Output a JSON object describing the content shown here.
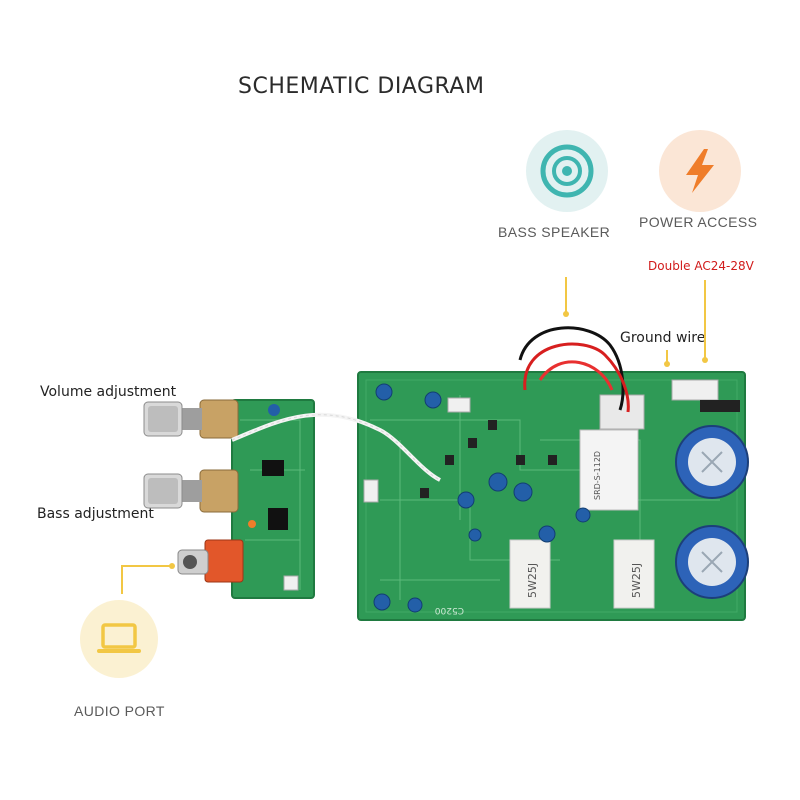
{
  "title": "SCHEMATIC DIAGRAM",
  "callouts": {
    "bass_speaker": "BASS SPEAKER",
    "power_access": "POWER ACCESS",
    "power_spec": "Double AC24-28V",
    "ground_wire": "Ground wire",
    "volume_adjustment": "Volume adjustment",
    "bass_adjustment": "Bass adjustment",
    "audio_port": "AUDIO PORT"
  },
  "icons": {
    "speaker": "speaker-icon",
    "power": "lightning-bolt-icon",
    "laptop": "laptop-icon"
  },
  "colors": {
    "pcb_green": "#2f9a56",
    "accent_yellow": "#f2c744",
    "accent_orange": "#ef7d2a",
    "accent_teal": "#3fb5b0",
    "spec_red": "#d11b1b"
  },
  "board_marks": {
    "model": "C5200",
    "relay": "SRD-S-112D",
    "res1": "5W25J",
    "res2": "5W25J"
  }
}
